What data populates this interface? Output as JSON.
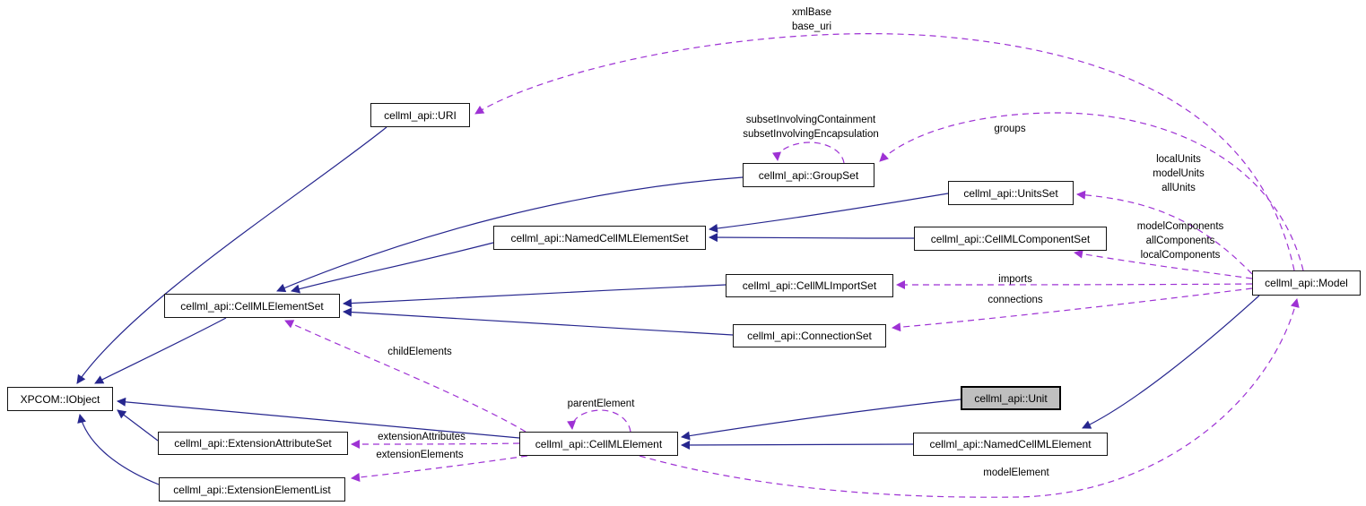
{
  "diagram": {
    "kind": "collaboration-graph",
    "colors": {
      "inheritance_edge": "#26268e",
      "usage_edge": "#9e32d4",
      "node_background": "#ffffff",
      "node_border": "#141414",
      "highlight_node_background": "#bfbfbf",
      "background": "#ffffff"
    },
    "nodes": [
      {
        "id": "xpcom-iobject",
        "label": "XPCOM::IObject",
        "highlighted": false
      },
      {
        "id": "uri",
        "label": "cellml_api::URI",
        "highlighted": false
      },
      {
        "id": "cellml-element-set",
        "label": "cellml_api::CellMLElementSet",
        "highlighted": false
      },
      {
        "id": "named-cellml-element-set",
        "label": "cellml_api::NamedCellMLElementSet",
        "highlighted": false
      },
      {
        "id": "group-set",
        "label": "cellml_api::GroupSet",
        "highlighted": false
      },
      {
        "id": "units-set",
        "label": "cellml_api::UnitsSet",
        "highlighted": false
      },
      {
        "id": "cellml-component-set",
        "label": "cellml_api::CellMLComponentSet",
        "highlighted": false
      },
      {
        "id": "cellml-import-set",
        "label": "cellml_api::CellMLImportSet",
        "highlighted": false
      },
      {
        "id": "connection-set",
        "label": "cellml_api::ConnectionSet",
        "highlighted": false
      },
      {
        "id": "model",
        "label": "cellml_api::Model",
        "highlighted": false
      },
      {
        "id": "unit",
        "label": "cellml_api::Unit",
        "highlighted": true
      },
      {
        "id": "cellml-element",
        "label": "cellml_api::CellMLElement",
        "highlighted": false
      },
      {
        "id": "named-cellml-element",
        "label": "cellml_api::NamedCellMLElement",
        "highlighted": false
      },
      {
        "id": "extension-attribute-set",
        "label": "cellml_api::ExtensionAttributeSet",
        "highlighted": false
      },
      {
        "id": "extension-element-list",
        "label": "cellml_api::ExtensionElementList",
        "highlighted": false
      }
    ],
    "inheritance_edges": [
      {
        "from": "cellml_api::URI",
        "to": "XPCOM::IObject"
      },
      {
        "from": "cellml_api::CellMLElementSet",
        "to": "XPCOM::IObject"
      },
      {
        "from": "cellml_api::CellMLElement",
        "to": "XPCOM::IObject"
      },
      {
        "from": "cellml_api::ExtensionAttributeSet",
        "to": "XPCOM::IObject"
      },
      {
        "from": "cellml_api::ExtensionElementList",
        "to": "XPCOM::IObject"
      },
      {
        "from": "cellml_api::NamedCellMLElementSet",
        "to": "cellml_api::CellMLElementSet"
      },
      {
        "from": "cellml_api::GroupSet",
        "to": "cellml_api::CellMLElementSet"
      },
      {
        "from": "cellml_api::CellMLImportSet",
        "to": "cellml_api::CellMLElementSet"
      },
      {
        "from": "cellml_api::ConnectionSet",
        "to": "cellml_api::CellMLElementSet"
      },
      {
        "from": "cellml_api::UnitsSet",
        "to": "cellml_api::NamedCellMLElementSet"
      },
      {
        "from": "cellml_api::CellMLComponentSet",
        "to": "cellml_api::NamedCellMLElementSet"
      },
      {
        "from": "cellml_api::Unit",
        "to": "cellml_api::CellMLElement"
      },
      {
        "from": "cellml_api::NamedCellMLElement",
        "to": "cellml_api::CellMLElement"
      },
      {
        "from": "cellml_api::Model",
        "to": "cellml_api::NamedCellMLElement"
      }
    ],
    "usage_edges": [
      {
        "from": "cellml_api::Model",
        "to": "cellml_api::URI",
        "label": "xmlBase\nbase_uri"
      },
      {
        "from": "cellml_api::Model",
        "to": "cellml_api::GroupSet",
        "label": "groups"
      },
      {
        "from": "cellml_api::Model",
        "to": "cellml_api::UnitsSet",
        "label": "localUnits\nmodelUnits\nallUnits"
      },
      {
        "from": "cellml_api::Model",
        "to": "cellml_api::CellMLComponentSet",
        "label": "modelComponents\nallComponents\nlocalComponents"
      },
      {
        "from": "cellml_api::Model",
        "to": "cellml_api::CellMLImportSet",
        "label": "imports"
      },
      {
        "from": "cellml_api::Model",
        "to": "cellml_api::ConnectionSet",
        "label": "connections"
      },
      {
        "from": "cellml_api::CellMLElement",
        "to": "cellml_api::CellMLElementSet",
        "label": "childElements"
      },
      {
        "from": "cellml_api::CellMLElement",
        "to": "cellml_api::CellMLElement",
        "label": "parentElement"
      },
      {
        "from": "cellml_api::CellMLElement",
        "to": "cellml_api::ExtensionAttributeSet",
        "label": "extensionAttributes"
      },
      {
        "from": "cellml_api::CellMLElement",
        "to": "cellml_api::ExtensionElementList",
        "label": "extensionElements"
      },
      {
        "from": "cellml_api::CellMLElement",
        "to": "cellml_api::Model",
        "label": "modelElement"
      },
      {
        "from": "cellml_api::GroupSet",
        "to": "cellml_api::GroupSet",
        "label": "subsetInvolvingContainment\nsubsetInvolvingEncapsulation"
      }
    ]
  }
}
